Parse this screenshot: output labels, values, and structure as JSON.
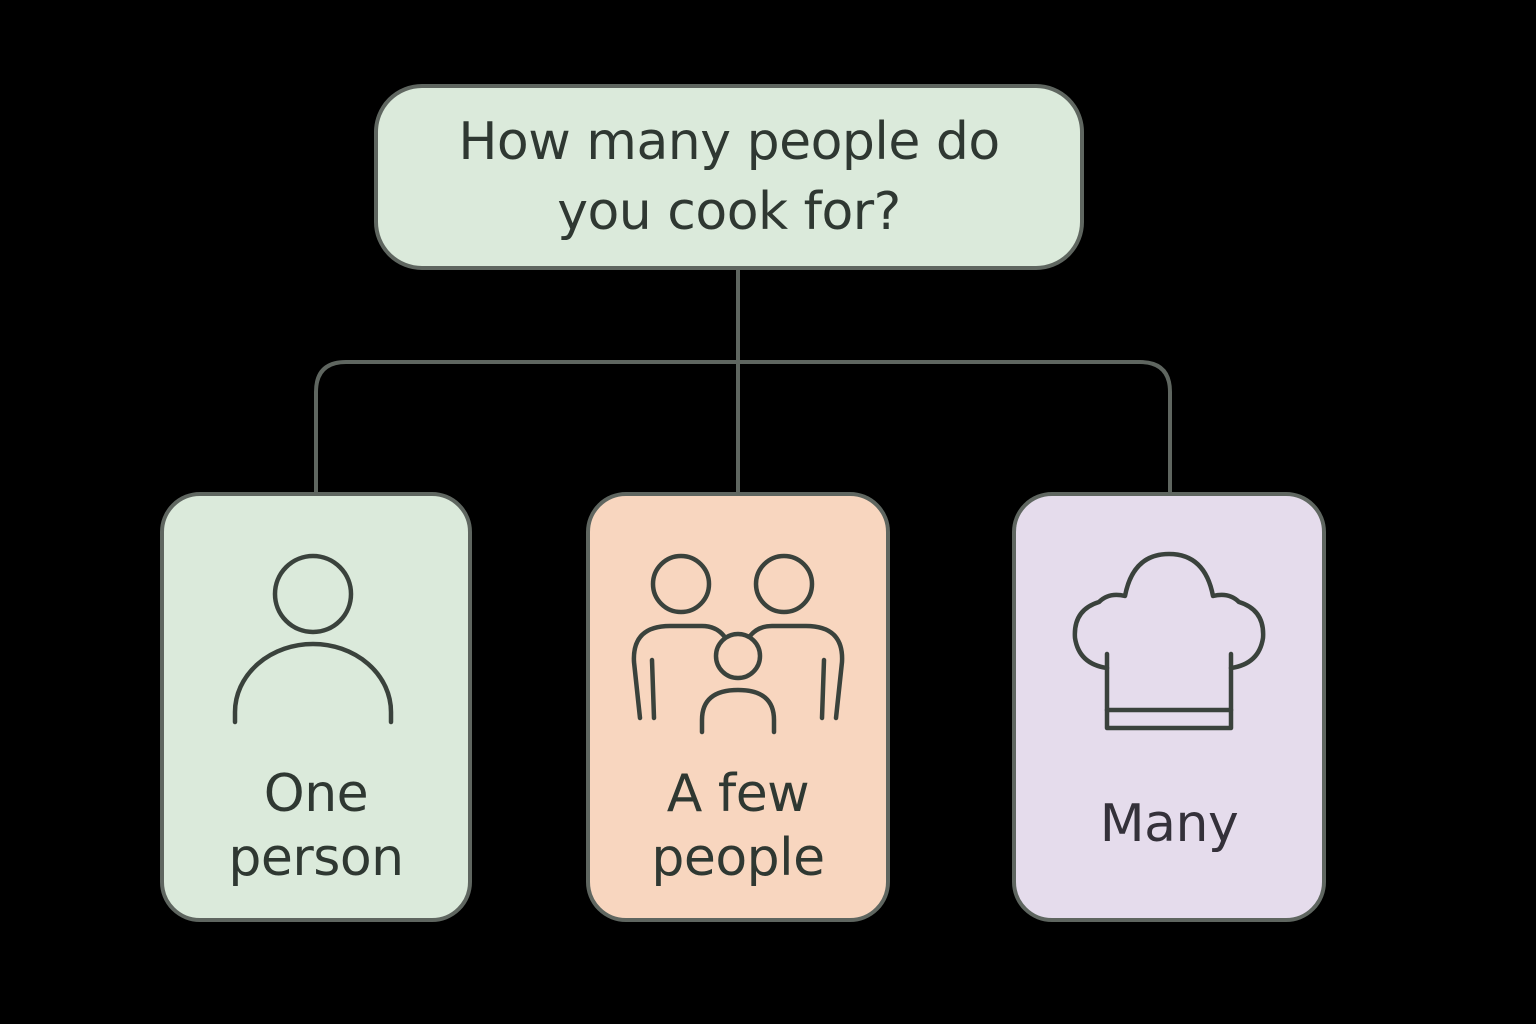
{
  "question": {
    "text": "How many people do you cook for?"
  },
  "options": [
    {
      "label_line1": "One",
      "label_line2": "person",
      "icon": "person-icon",
      "color": "#dbeadb"
    },
    {
      "label_line1": "A few",
      "label_line2": "people",
      "icon": "family-icon",
      "color": "#f8d6bf"
    },
    {
      "label": "Many",
      "icon": "chef-hat-icon",
      "color": "#e5dcec"
    }
  ],
  "colors": {
    "background": "#000000",
    "border": "#5f6660",
    "text": "#2f3832",
    "connector": "#5f6660"
  }
}
